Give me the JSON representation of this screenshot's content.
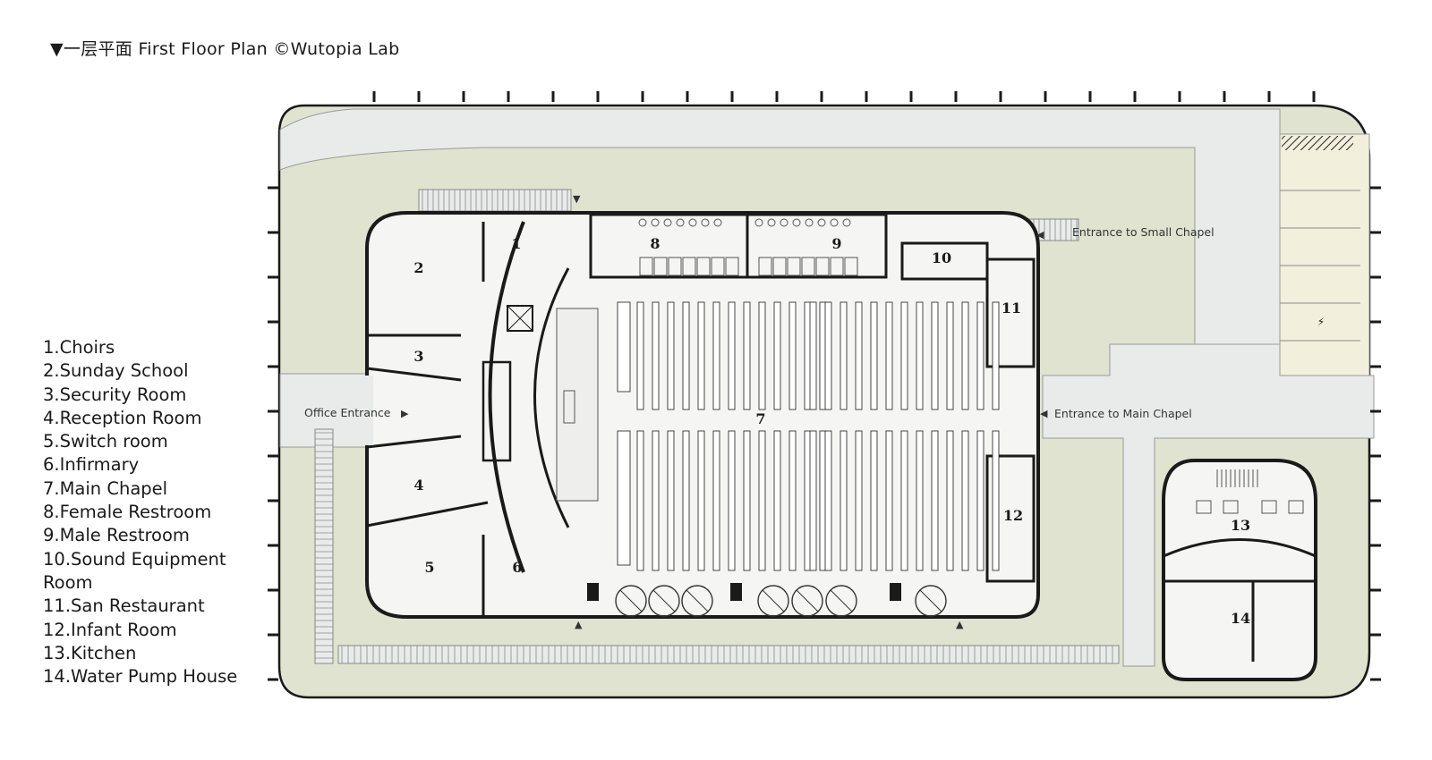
{
  "title": "▼一层平面 First Floor Plan ©Wutopia Lab",
  "legend": [
    "1.Choirs",
    "2.Sunday School",
    "3.Security Room",
    "4.Reception Room",
    "5.Switch room",
    "6.Infirmary",
    "7.Main Chapel",
    "8.Female Restroom",
    "9.Male Restroom",
    "10.Sound Equipment",
    "Room",
    "11.San Restaurant",
    "12.Infant Room",
    "13.Kitchen",
    "14.Water Pump House"
  ],
  "rooms": [
    "1",
    "2",
    "3",
    "4",
    "5",
    "6",
    "7",
    "8",
    "9",
    "10",
    "11",
    "12",
    "13",
    "14"
  ],
  "entrances": {
    "small_chapel": "Entrance to Small Chapel",
    "main_chapel": "Entrance to Main Chapel",
    "office": "Office Entrance"
  },
  "colors": {
    "landscape": "#dfe3cf",
    "paving": "#e9ebea",
    "floor": "#f5f5f3",
    "wall": "#1a1a1a",
    "parking": "#f2efdc"
  }
}
